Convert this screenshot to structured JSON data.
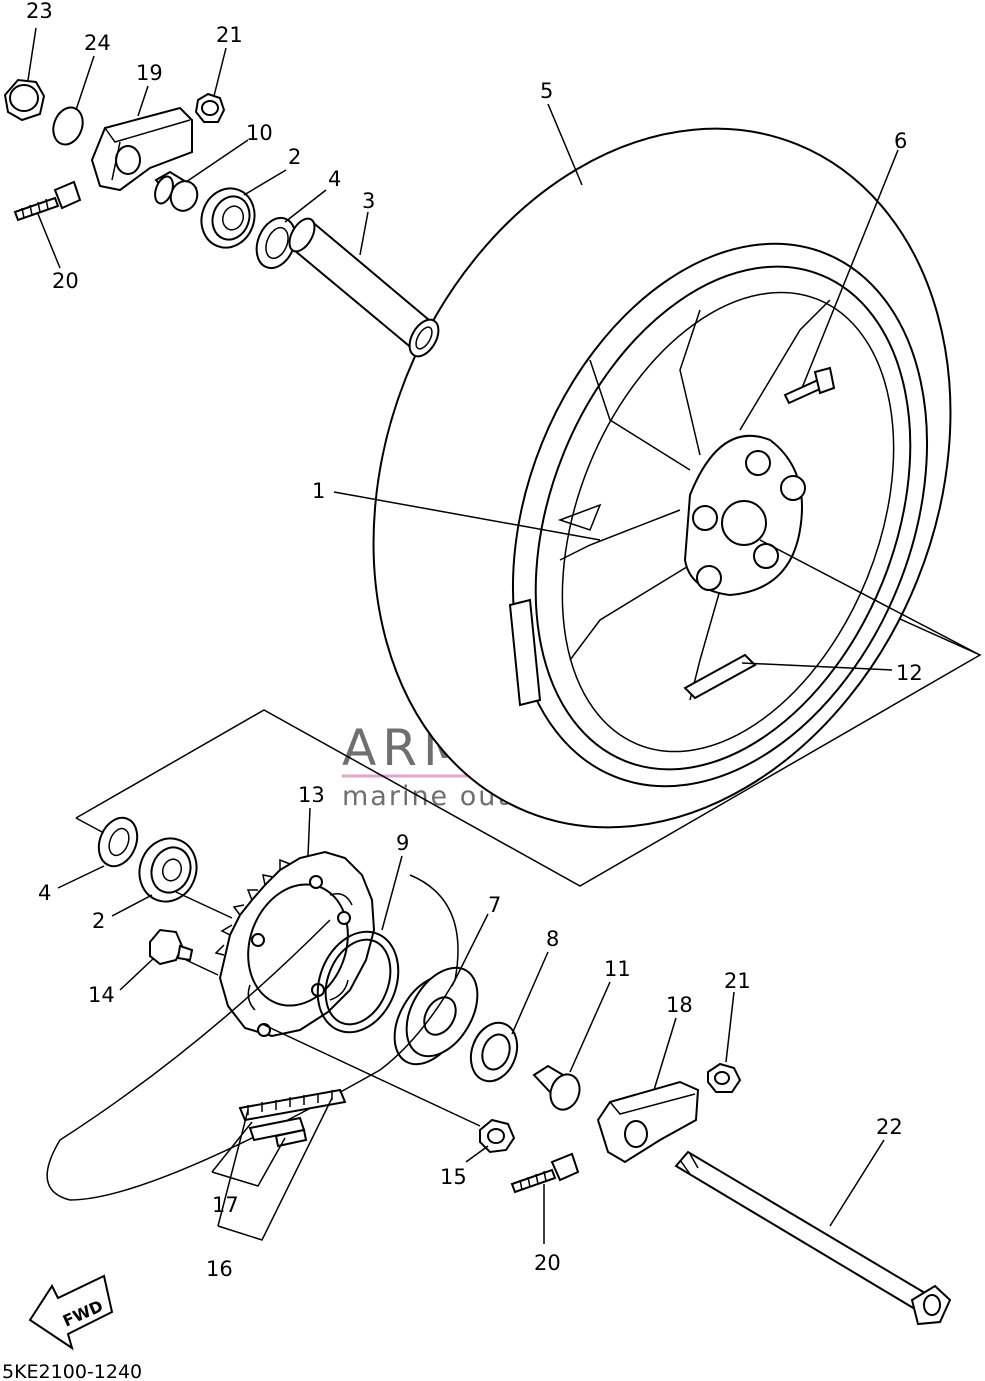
{
  "diagram_code": "5KE2100-1240",
  "fwd_label": "FWD",
  "watermark": {
    "brand": "ARMADA",
    "tagline": "marine outboards",
    "logo_color": "#e7a3c8",
    "text_color": "#6f6f6f"
  },
  "callouts": [
    {
      "id": "p23a",
      "label": "23"
    },
    {
      "id": "p24a",
      "label": "24"
    },
    {
      "id": "p19a",
      "label": "19"
    },
    {
      "id": "p21a",
      "label": "21"
    },
    {
      "id": "p10a",
      "label": "10"
    },
    {
      "id": "p2a",
      "label": "2"
    },
    {
      "id": "p4a",
      "label": "4"
    },
    {
      "id": "p3a",
      "label": "3"
    },
    {
      "id": "p20a",
      "label": "20"
    },
    {
      "id": "p5a",
      "label": "5"
    },
    {
      "id": "p6a",
      "label": "6"
    },
    {
      "id": "p1a",
      "label": "1"
    },
    {
      "id": "p12a",
      "label": "12"
    },
    {
      "id": "p13a",
      "label": "13"
    },
    {
      "id": "p9a",
      "label": "9"
    },
    {
      "id": "p4b",
      "label": "4"
    },
    {
      "id": "p2b",
      "label": "2"
    },
    {
      "id": "p7a",
      "label": "7"
    },
    {
      "id": "p8a",
      "label": "8"
    },
    {
      "id": "p11a",
      "label": "11"
    },
    {
      "id": "p21b",
      "label": "21"
    },
    {
      "id": "p18a",
      "label": "18"
    },
    {
      "id": "p14a",
      "label": "14"
    },
    {
      "id": "p22a",
      "label": "22"
    },
    {
      "id": "p15a",
      "label": "15"
    },
    {
      "id": "p17a",
      "label": "17"
    },
    {
      "id": "p20b",
      "label": "20"
    },
    {
      "id": "p16a",
      "label": "16"
    }
  ]
}
